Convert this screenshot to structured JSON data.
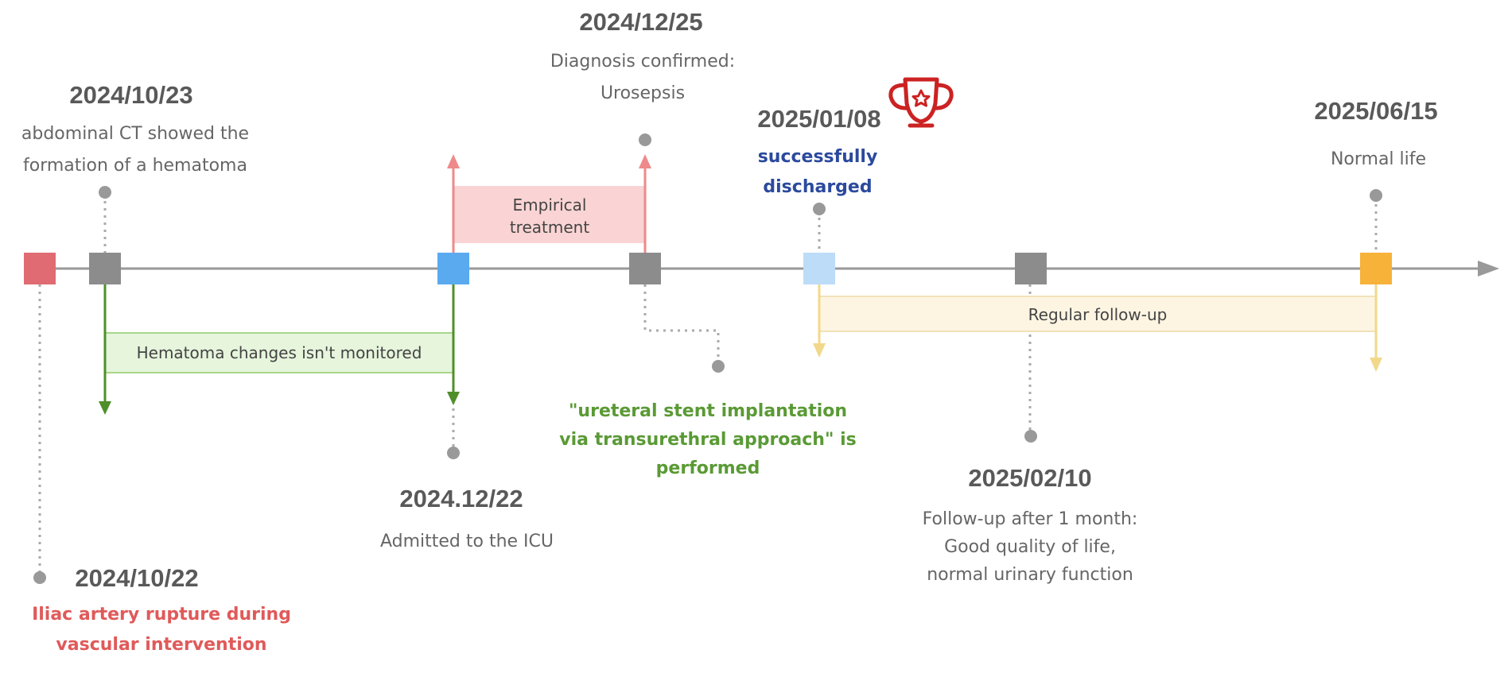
{
  "events": [
    {
      "date": "2024/10/22",
      "lines": [
        "Iliac artery rupture during",
        "vascular intervention"
      ],
      "marker_color": "#e06b72",
      "text_color": "#e05a5a"
    },
    {
      "date": "2024/10/23",
      "lines": [
        "abdominal CT showed the",
        "formation of a hematoma"
      ],
      "marker_color": "#8c8c8c",
      "text_color": "#666666"
    },
    {
      "date": "2024.12/22",
      "lines": [
        "Admitted to the ICU"
      ],
      "marker_color": "#5aaaf0",
      "text_color": "#666666"
    },
    {
      "date": "2024/12/25",
      "lines": [
        "Diagnosis confirmed:",
        "Urosepsis"
      ],
      "marker_color": "#8c8c8c",
      "text_color": "#666666"
    },
    {
      "date": "",
      "lines": [
        "\"ureteral stent implantation",
        "via transurethral approach\" is",
        "performed"
      ],
      "marker_color": "#8c8c8c",
      "text_color": "#5a9a35"
    },
    {
      "date": "2025/01/08",
      "lines": [
        "successfully",
        "discharged"
      ],
      "marker_color": "#bcdcf8",
      "text_color": "#2b4a9e"
    },
    {
      "date": "2025/02/10",
      "lines": [
        "Follow-up after 1 month:",
        "Good quality of life,",
        "normal urinary function"
      ],
      "marker_color": "#8c8c8c",
      "text_color": "#666666"
    },
    {
      "date": "2025/06/15",
      "lines": [
        "Normal life"
      ],
      "marker_color": "#f7b23a",
      "text_color": "#666666"
    }
  ],
  "periods": {
    "hematoma": {
      "lines": [
        "Hematoma changes isn't monitored"
      ],
      "fill": "#e6f5dc",
      "stroke": "#a8d78a",
      "arrow": "#4f8f2a"
    },
    "empirical": {
      "lines": [
        "Empirical",
        "treatment"
      ],
      "fill": "#fad4d4",
      "stroke": "#fad4d4",
      "arrow": "#ee8a8a"
    },
    "followup": {
      "lines": [
        "Regular follow-up"
      ],
      "fill": "#fdf5e2",
      "stroke": "#f2e2b8",
      "arrow": "#f2d88a"
    }
  },
  "icons": {
    "trophy": "trophy-icon",
    "trophy_color": "#cc2222"
  },
  "colors": {
    "axis": "#999999",
    "connector": "#aaaaaa"
  }
}
